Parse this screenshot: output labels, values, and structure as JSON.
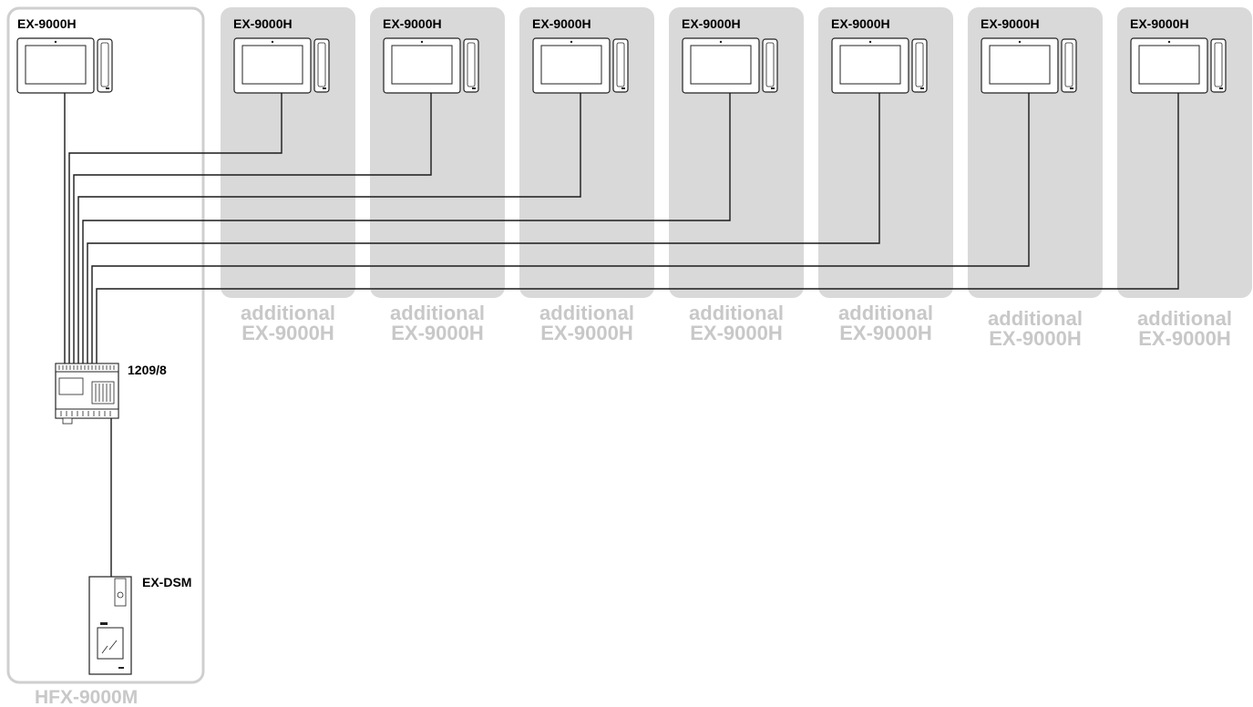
{
  "main_unit": {
    "monitor_label": "EX-9000H",
    "bottom_label": "HFX-9000M"
  },
  "distributor_label": "1209/8",
  "door_station_label": "EX-DSM",
  "additional_units": [
    {
      "monitor_label": "EX-9000H",
      "caption_line1": "additional",
      "caption_line2": "EX-9000H"
    },
    {
      "monitor_label": "EX-9000H",
      "caption_line1": "additional",
      "caption_line2": "EX-9000H"
    },
    {
      "monitor_label": "EX-9000H",
      "caption_line1": "additional",
      "caption_line2": "EX-9000H"
    },
    {
      "monitor_label": "EX-9000H",
      "caption_line1": "additional",
      "caption_line2": "EX-9000H"
    },
    {
      "monitor_label": "EX-9000H",
      "caption_line1": "additional",
      "caption_line2": "EX-9000H"
    },
    {
      "monitor_label": "EX-9000H",
      "caption_line1": "additional",
      "caption_line2": "EX-9000H"
    },
    {
      "monitor_label": "EX-9000H",
      "caption_line1": "additional",
      "caption_line2": "EX-9000H"
    }
  ],
  "colors": {
    "panel_gray": "#d9d9d9",
    "caption_gray": "#c8c8c8",
    "border_gray": "#cfcfcf",
    "wire": "#1a1a1a"
  }
}
